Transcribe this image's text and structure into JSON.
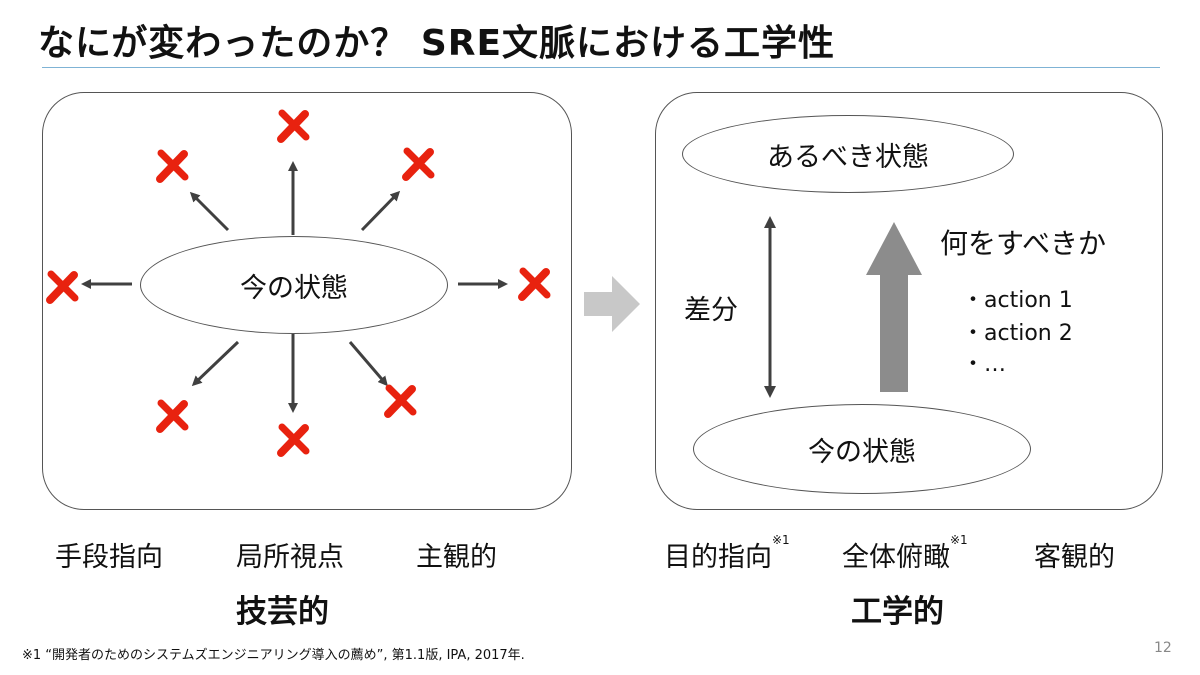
{
  "title": "なにが変わったのか？ SRE文脈における工学性",
  "left_panel": {
    "center_state": "今の状態",
    "labels": [
      "手段指向",
      "局所視点",
      "主観的"
    ],
    "summary": "技芸的"
  },
  "right_panel": {
    "top_state": "あるべき状態",
    "bottom_state": "今の状態",
    "diff_label": "差分",
    "what_to_do": "何をすべきか",
    "bullets": [
      "・action 1",
      "・action 2",
      "・…"
    ],
    "labels": [
      {
        "text": "目的指向",
        "note": "※1"
      },
      {
        "text": "全体俯瞰",
        "note": "※1"
      },
      {
        "text": "客観的",
        "note": ""
      }
    ],
    "summary": "工学的"
  },
  "footnote": "※1 “開発者のためのシステムズエンジニアリング導入の薦め”, 第1.1版, IPA, 2017年.",
  "page_number": "12",
  "colors": {
    "x_mark": "#e8220f",
    "arrow": "#404040",
    "big_arrow": "#8c8c8c",
    "transition_arrow": "#c8c8c8",
    "title_rule": "#7fb3d5"
  },
  "icons": {
    "x_mark": "cross-mark-icon",
    "transition": "right-arrow-icon"
  }
}
